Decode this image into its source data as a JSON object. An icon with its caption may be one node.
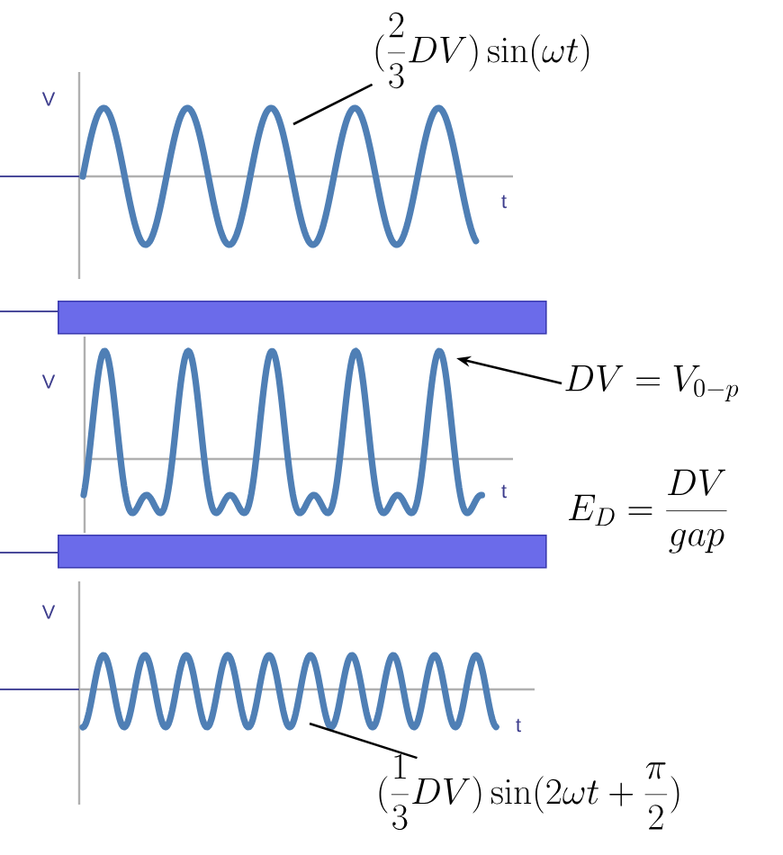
{
  "diagram": {
    "nodes": [
      {
        "text": [
          "(\\frac{2}{3}DV)\\sin(\\omega t)"
        ]
      },
      {
        "text": [],
        "shape": "wave"
      },
      {
        "text": [],
        "shape": "bar"
      },
      {
        "text": [],
        "shape": "wave"
      },
      {
        "text": [
          "DV = V_{0-p}"
        ]
      },
      {
        "text": [],
        "shape": "bar"
      },
      {
        "text": [],
        "shape": "wave"
      },
      {
        "text": [
          "(\\frac{1}{3}DV)\\sin(2\\omega t+\\frac{\\pi}{2})"
        ]
      }
    ],
    "edges": [
      {
        "from": 0,
        "to": 1,
        "arrow": "none"
      },
      {
        "from": 4,
        "to": 3,
        "arrow": "to"
      },
      {
        "from": 7,
        "to": 6,
        "arrow": "none"
      }
    ],
    "labels": [
      "V",
      "t",
      "V",
      "t",
      "V",
      "t",
      "E_D = \\frac{DV}{gap}"
    ]
  }
}
